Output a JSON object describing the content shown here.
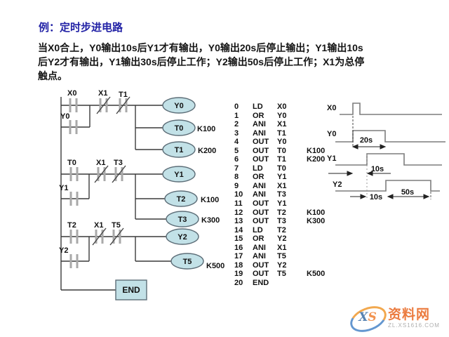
{
  "title": "例：定时步进电路",
  "description": "当X0合上，Y0输出10s后Y1才有输出，Y0输出20s后停止输出；Y1输出10s\n后Y2才有输出，Y1输出30s后停止工作；Y2输出50s后停止工作；X1为总停\n触点。",
  "ladder": {
    "rung1": {
      "contact1": "X0",
      "contact2": "X1",
      "contact3": "T1",
      "branch_contact": "Y0",
      "coil1": "Y0",
      "coil2": "T0",
      "coil2_k": "K100",
      "coil3": "T1",
      "coil3_k": "K200"
    },
    "rung2": {
      "contact1": "T0",
      "contact2": "X1",
      "contact3": "T3",
      "branch_contact": "Y1",
      "coil1": "Y1",
      "coil2": "T2",
      "coil2_k": "K100",
      "coil3": "T3",
      "coil3_k": "K300"
    },
    "rung3": {
      "contact1": "T2",
      "contact2": "X1",
      "contact3": "T5",
      "branch_contact": "Y2",
      "coil1": "Y2",
      "coil2": "T5",
      "coil2_k": "K500"
    },
    "end_label": "END"
  },
  "program": {
    "lines": [
      {
        "n": "0",
        "op": "LD",
        "a": "X0",
        "k": ""
      },
      {
        "n": "1",
        "op": "OR",
        "a": "Y0",
        "k": ""
      },
      {
        "n": "2",
        "op": "ANI",
        "a": "X1",
        "k": ""
      },
      {
        "n": "3",
        "op": "ANI",
        "a": "T1",
        "k": ""
      },
      {
        "n": "4",
        "op": "OUT",
        "a": "Y0",
        "k": ""
      },
      {
        "n": "5",
        "op": "OUT",
        "a": "T0",
        "k": "K100"
      },
      {
        "n": "6",
        "op": "OUT",
        "a": "T1",
        "k": "K200"
      },
      {
        "n": "7",
        "op": "LD",
        "a": "T0",
        "k": ""
      },
      {
        "n": "8",
        "op": "OR",
        "a": "Y1",
        "k": ""
      },
      {
        "n": "9",
        "op": "ANI",
        "a": "X1",
        "k": ""
      },
      {
        "n": "10",
        "op": "ANI",
        "a": "T3",
        "k": ""
      },
      {
        "n": "11",
        "op": "OUT",
        "a": "Y1",
        "k": ""
      },
      {
        "n": "12",
        "op": "OUT",
        "a": "T2",
        "k": "K100"
      },
      {
        "n": "13",
        "op": "OUT",
        "a": "T3",
        "k": "K300"
      },
      {
        "n": "14",
        "op": "LD",
        "a": "T2",
        "k": ""
      },
      {
        "n": "15",
        "op": "OR",
        "a": "Y2",
        "k": ""
      },
      {
        "n": "16",
        "op": "ANI",
        "a": "X1",
        "k": ""
      },
      {
        "n": "17",
        "op": "ANI",
        "a": "T5",
        "k": ""
      },
      {
        "n": "18",
        "op": "OUT",
        "a": "Y2",
        "k": ""
      },
      {
        "n": "19",
        "op": "OUT",
        "a": "T5",
        "k": "K500"
      },
      {
        "n": "20",
        "op": "END",
        "a": "",
        "k": ""
      }
    ]
  },
  "timing": {
    "signals": [
      "X0",
      "Y0",
      "Y1",
      "Y2"
    ],
    "annotations": {
      "y0_width": "20s",
      "y1_delay": "10s",
      "y2_delay": "10s",
      "y2_width": "50s"
    }
  },
  "watermark": {
    "logo_x": "X",
    "logo_s": "S",
    "site_name": "资料网",
    "site_url": "ZL.XS1616.COM"
  },
  "colors": {
    "title_blue": "#2222a6",
    "coil_fill": "#c2e1e7",
    "coil_stroke": "#5d6e78",
    "wire": "#3a3a3a",
    "contact_bar": "#a9a9a9",
    "waveform_gray": "#7d7d7d",
    "watermark_orange": "#e8641e",
    "watermark_blue": "#4a86c8"
  }
}
